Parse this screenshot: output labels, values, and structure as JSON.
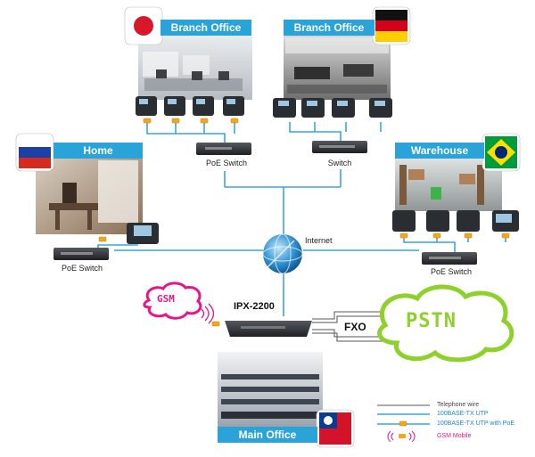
{
  "sites": {
    "branch_japan": "Branch Office",
    "branch_germany": "Branch Office",
    "home": "Home",
    "warehouse": "Warehouse",
    "main_office": "Main Office"
  },
  "devices": {
    "poe_switch_top": "PoE Switch",
    "switch_top": "Switch",
    "poe_switch_home": "PoE Switch",
    "poe_switch_warehouse": "PoE Switch",
    "internet": "Internet",
    "ipx": "IPX-2200",
    "fxo": "FXO",
    "pstn": "PSTN",
    "gsm": "GSM"
  },
  "legend": {
    "telephone_wire": "Telephone wire",
    "utp": "100BASE-TX UTP",
    "utp_poe": "100BASE-TX UTP with PoE",
    "gsm_mobile": "GSM Mobile"
  },
  "colors": {
    "banner": "#2aa3d8",
    "network_line": "#3aa6dc",
    "poe_badge": "#f2a81c",
    "pstn_green": "#8ed12a",
    "gsm_magenta": "#e6168a"
  },
  "flags": {
    "branch_japan": "japan-flag",
    "branch_germany": "germany-flag",
    "home": "russia-flag",
    "warehouse": "brazil-flag",
    "main_office": "taiwan-flag"
  }
}
